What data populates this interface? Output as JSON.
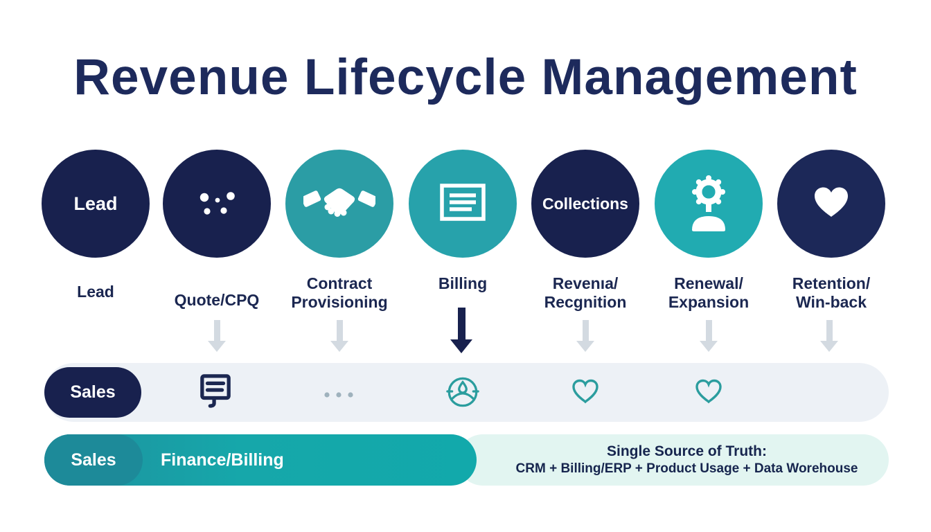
{
  "title": "Revenue Lifecycle Management",
  "colors": {
    "navy": "#18214E",
    "navy-title": "#1D2A5C",
    "teal-1": "#2B9DA5",
    "teal-2": "#27A2AB",
    "teal-3": "#21ABB1",
    "teal-bar": "#16A7AA",
    "teal-pill": "#1D8A99",
    "teal-outline": "#2B9D9E",
    "gray-bar": "#EDF1F6",
    "arrow-gray": "#D3DAE1",
    "mint-panel": "#E2F5F1"
  },
  "stages": [
    {
      "circle_text": "Lead",
      "icon": "none",
      "label_lines": [
        "Lead"
      ],
      "circle_color": "navy",
      "arrow": "none"
    },
    {
      "circle_text": "",
      "icon": "dots-icon",
      "label_lines": [
        "Quote/CPQ"
      ],
      "circle_color": "navy",
      "arrow": "gray"
    },
    {
      "circle_text": "",
      "icon": "handshake-icon",
      "label_lines": [
        "Contract",
        "Provisioning"
      ],
      "circle_color": "teal",
      "arrow": "gray"
    },
    {
      "circle_text": "",
      "icon": "invoice-icon",
      "label_lines": [
        "Billing"
      ],
      "circle_color": "teal",
      "arrow": "dark"
    },
    {
      "circle_text": "Collections",
      "icon": "none",
      "label_lines": [
        "Revenıa/",
        "Recgnition"
      ],
      "circle_color": "navy",
      "arrow": "gray"
    },
    {
      "circle_text": "",
      "icon": "gear-person-icon",
      "label_lines": [
        "Renewal/",
        "Expansion"
      ],
      "circle_color": "teal-bright",
      "arrow": "gray"
    },
    {
      "circle_text": "",
      "icon": "heart-icon",
      "label_lines": [
        "Retention/",
        "Win-back"
      ],
      "circle_color": "navy",
      "arrow": "gray"
    }
  ],
  "sales_row": {
    "pill_label": "Sales",
    "icons": [
      "chat-icon",
      "ellipsis-icon",
      "globe-icon",
      "heart-outline-icon",
      "heart-outline-icon"
    ]
  },
  "bottom_row": {
    "pill_label": "Sales",
    "bar_label": "Finance/Billing",
    "panel_title": "Single Source of Truth:",
    "panel_subtitle": "CRM + Billing/ERP + Product Usage + Data Worehouse"
  }
}
